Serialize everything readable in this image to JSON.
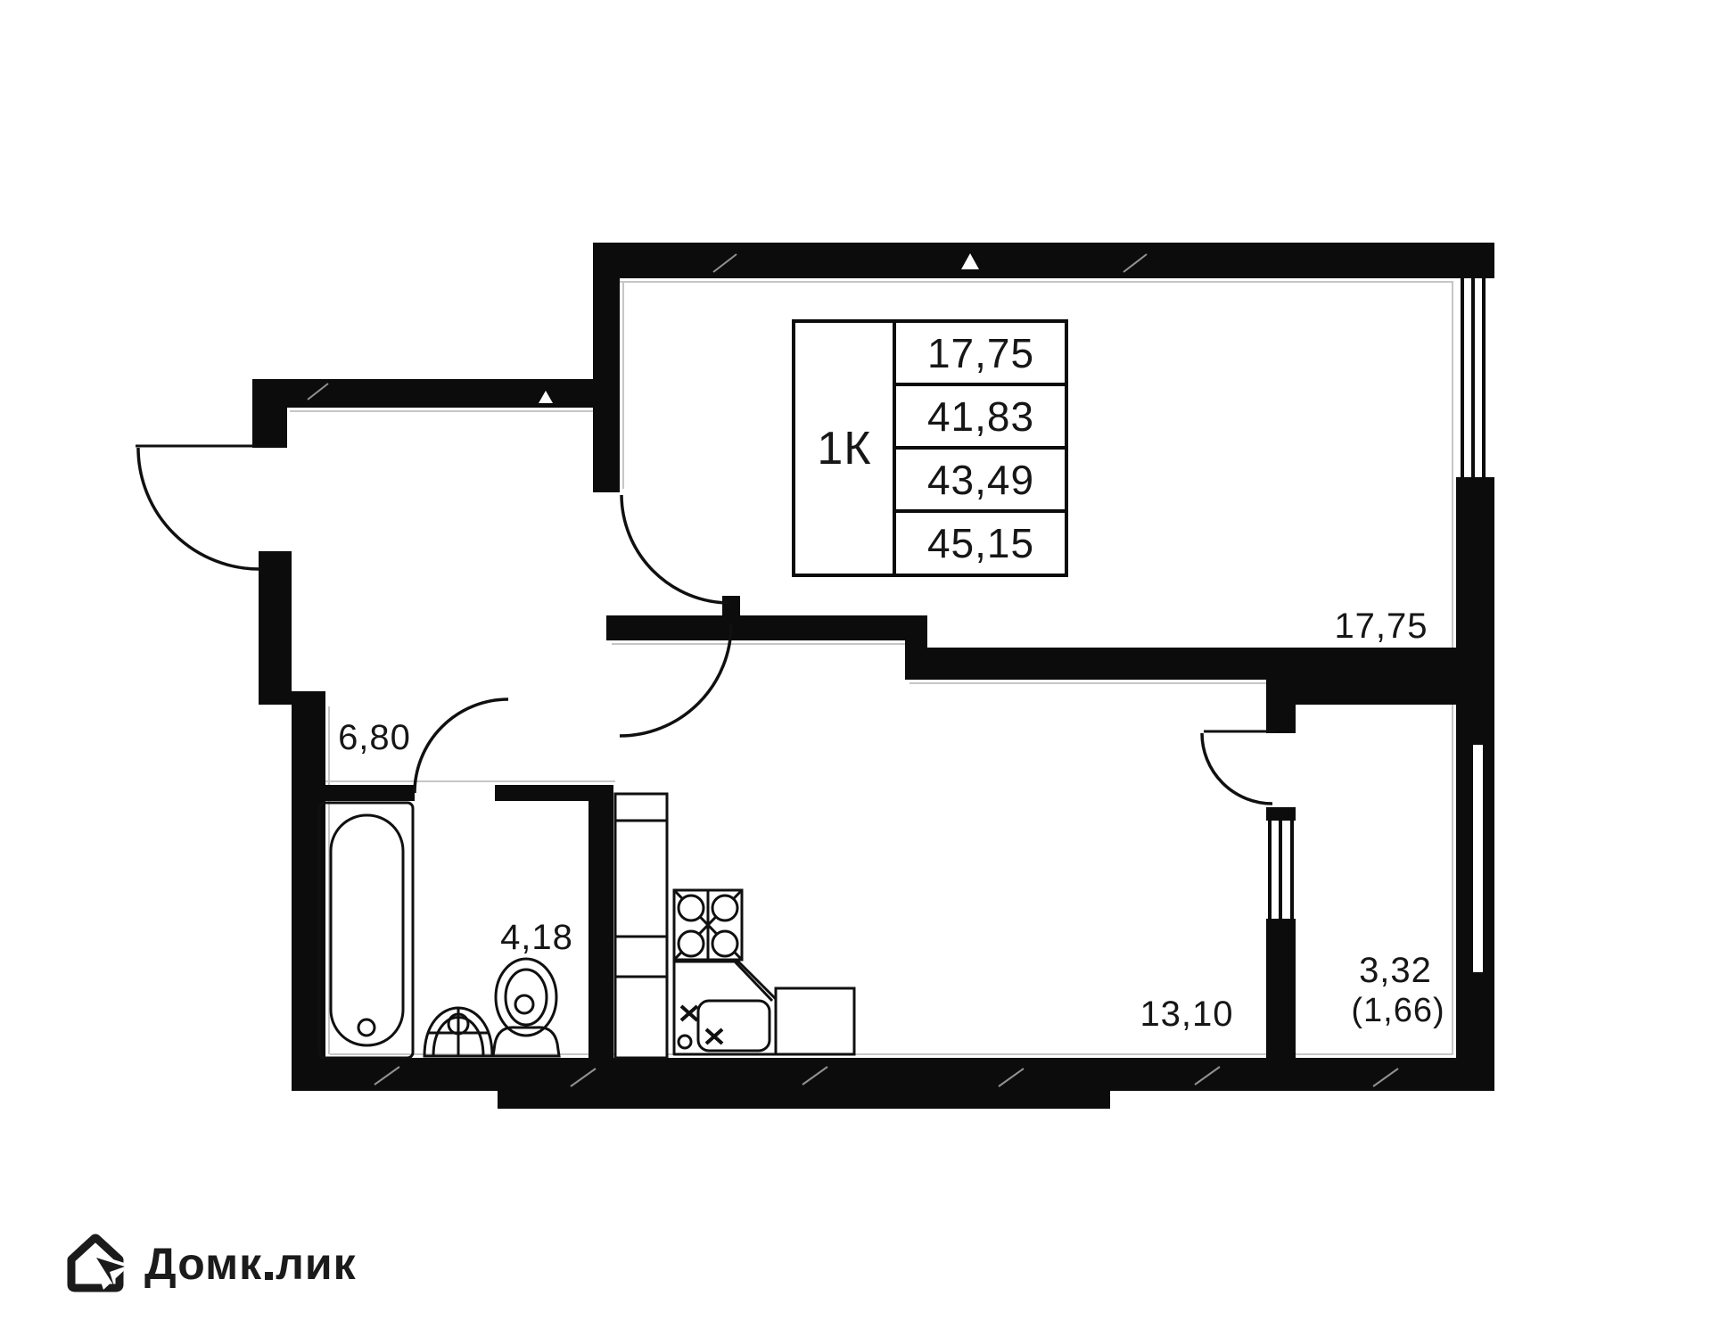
{
  "plan": {
    "unit_table": {
      "type_label": "1К",
      "rows": [
        "17,75",
        "41,83",
        "43,49",
        "45,15"
      ]
    },
    "rooms": [
      {
        "id": "living-room",
        "area": "17,75"
      },
      {
        "id": "kitchen-living",
        "area": "13,10"
      },
      {
        "id": "hallway",
        "area": "6,80"
      },
      {
        "id": "bathroom",
        "area": "4,18"
      },
      {
        "id": "balcony",
        "area": "3,32",
        "area_reduced": "(1,66)"
      }
    ]
  },
  "branding": {
    "logo_text": "Домклик",
    "logo_part1": "Домк",
    "logo_part2": "лик"
  },
  "colors": {
    "wall": "#0c0c0c",
    "background": "#ffffff",
    "text": "#161616",
    "logo": "#1b1b1b"
  }
}
